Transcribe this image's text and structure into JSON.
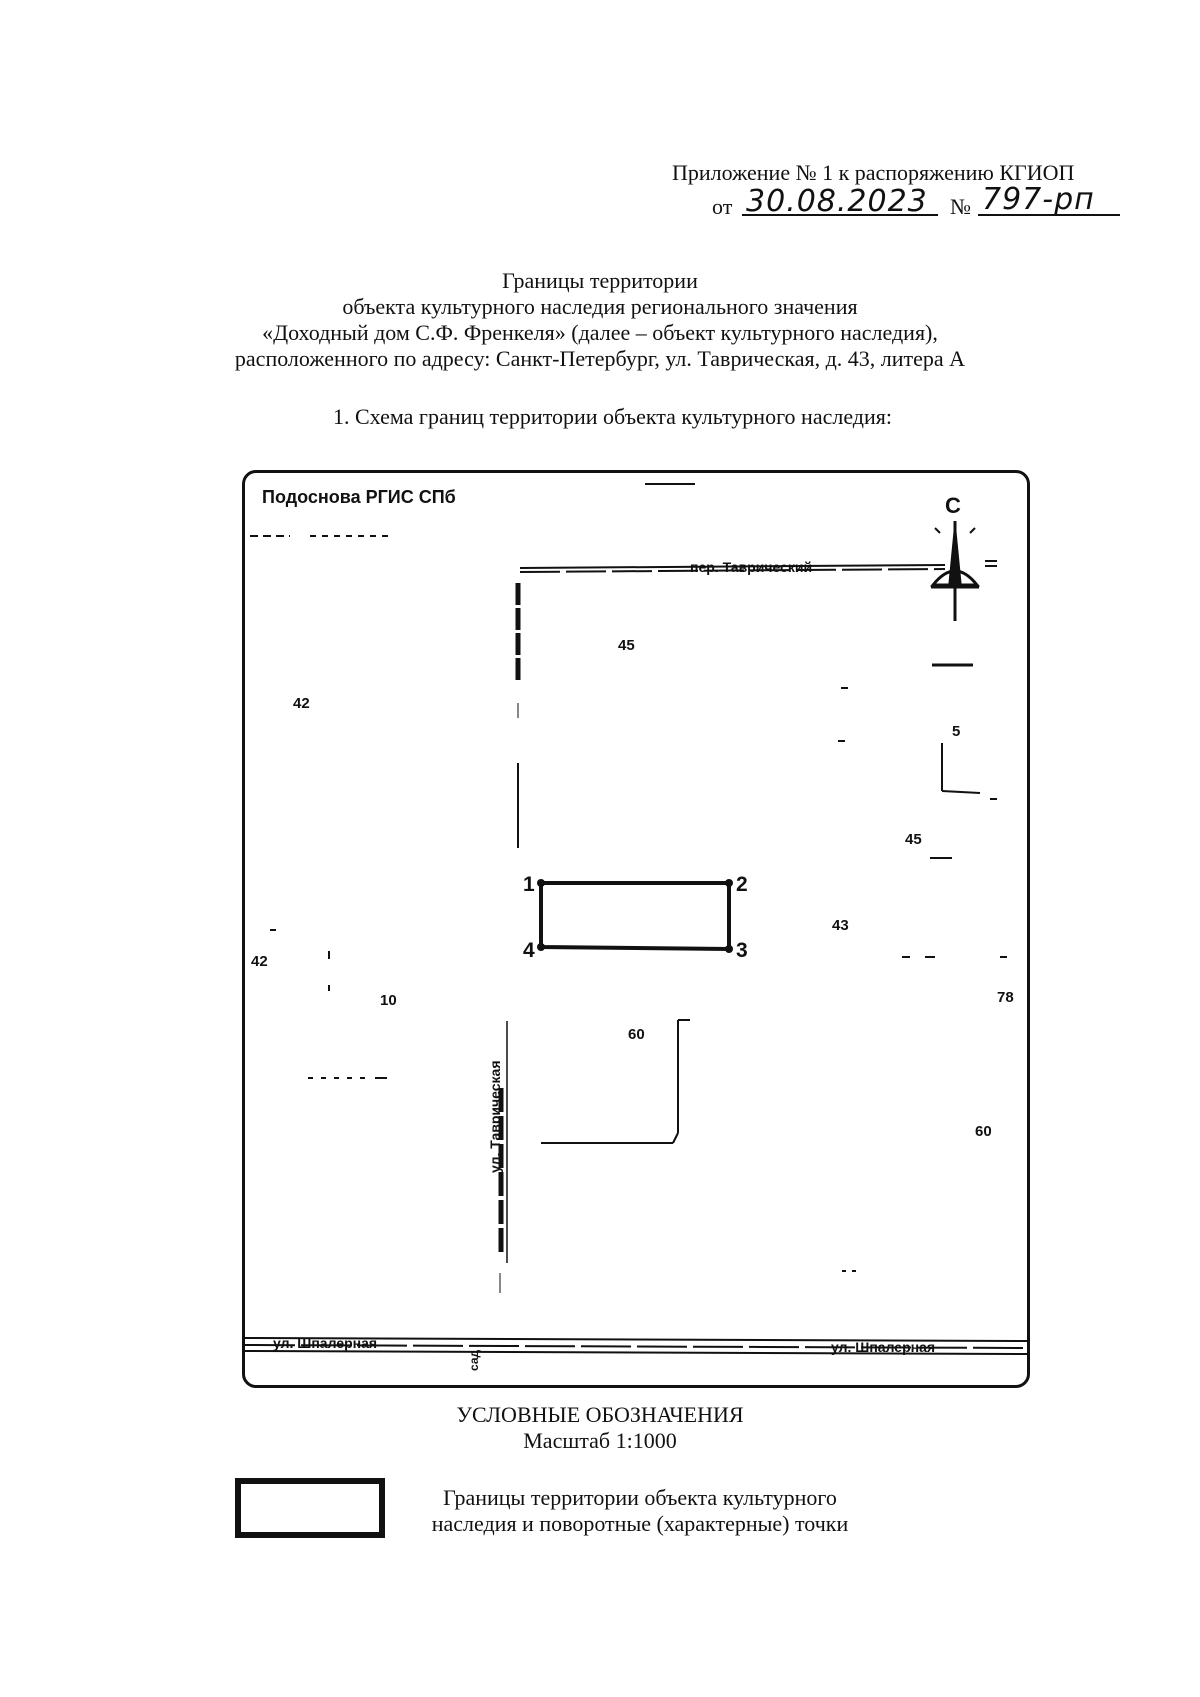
{
  "header": {
    "line1": "Приложение № 1 к распоряжению КГИОП",
    "from_label": "от",
    "date": "30.08.2023",
    "number_label": "№",
    "number": "797-рп"
  },
  "title_lines": [
    "Границы территории",
    "объекта культурного наследия регионального значения",
    "«Доходный дом С.Ф. Френкеля» (далее – объект культурного наследия),",
    "расположенного по адресу: Санкт-Петербург, ул. Таврическая, д. 43, литера А"
  ],
  "section_heading": "1.   Схема границ территории объекта культурного наследия:",
  "map": {
    "base_label": "Подоснова РГИС СПб",
    "compass_letter": "С",
    "building_numbers": [
      "45",
      "42",
      "5",
      "45",
      "43",
      "42",
      "10",
      "78",
      "60",
      "60"
    ],
    "boundary_points": [
      "1",
      "2",
      "3",
      "4"
    ],
    "streets": {
      "per_tavricheskiy": "пер. Таврический",
      "ul_tavricheskaya": "ул. Таврическая",
      "ul_shpalernaya_left": "ул. Шпалерная",
      "ul_shpalernaya_right": "ул. Шпалерная",
      "small_label": "сад"
    }
  },
  "legend": {
    "title": "УСЛОВНЫЕ ОБОЗНАЧЕНИЯ",
    "scale": "Масштаб 1:1000",
    "item_text_line1": "Границы территории объекта культурного",
    "item_text_line2": "наследия и поворотные (характерные) точки"
  }
}
